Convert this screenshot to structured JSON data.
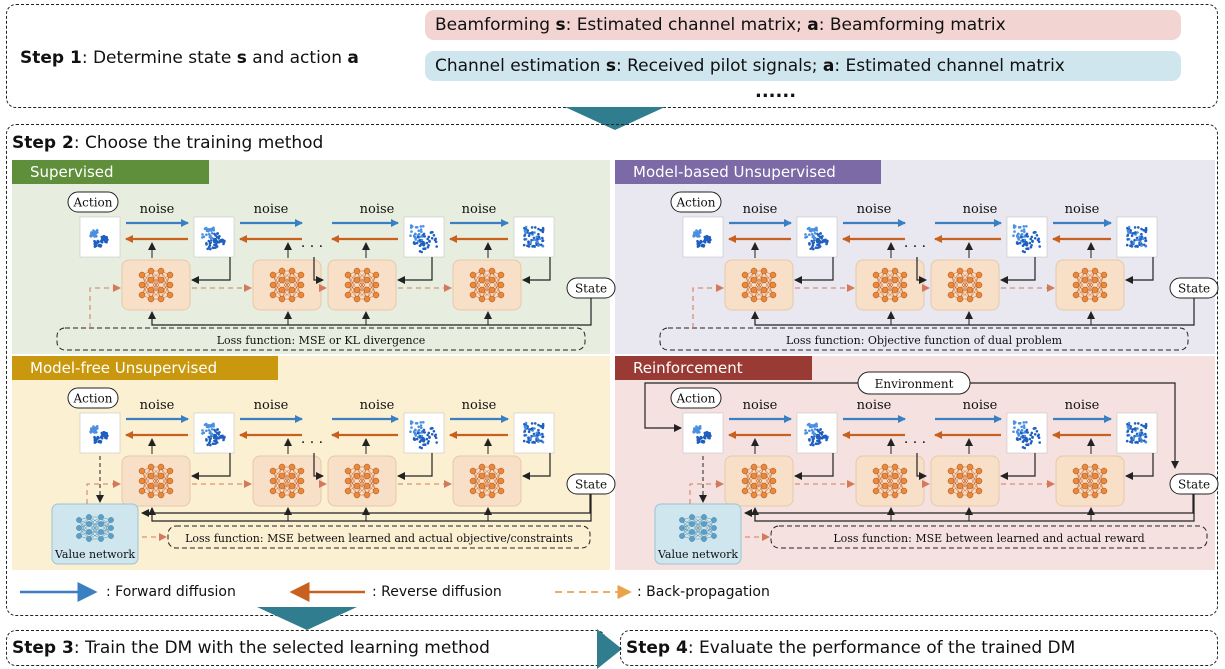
{
  "step1": {
    "label": "Step 1",
    "text": ": Determine state ",
    "s": "s",
    "mid": " and action ",
    "a": "a",
    "beamforming": {
      "prefix": "Beamforming ",
      "s": "s",
      "s_text": ": Estimated channel matrix; ",
      "a": "a",
      "a_text": ": Beamforming matrix"
    },
    "channel": {
      "prefix": "Channel estimation ",
      "s": "s",
      "s_text": ": Received pilot signals; ",
      "a": "a",
      "a_text": ": Estimated channel matrix"
    },
    "ellipsis": "......"
  },
  "step2": {
    "label": "Step 2",
    "text": ": Choose the training method"
  },
  "panels": [
    {
      "id": "supervised",
      "title": "Supervised",
      "title_color": "#5f8f3a",
      "bg": "#e8eedf",
      "loss": "Loss function: MSE or KL divergence"
    },
    {
      "id": "model-based",
      "title": "Model-based Unsupervised",
      "title_color": "#7b6aa6",
      "bg": "#e9e7f0",
      "loss": "Loss function: Objective function of dual problem"
    },
    {
      "id": "model-free",
      "title": "Model-free Unsupervised",
      "title_color": "#c9980e",
      "bg": "#fbf0d2",
      "loss": "Loss function: MSE between learned and actual objective/constraints"
    },
    {
      "id": "reinforcement",
      "title": "Reinforcement",
      "title_color": "#9a3a34",
      "bg": "#f5e2e0",
      "loss": "Loss function: MSE between learned and actual reward"
    }
  ],
  "diagram_labels": {
    "action": "Action",
    "noise": "noise",
    "state": "State",
    "dots": ". . .",
    "value_network": "Value network",
    "environment": "Environment"
  },
  "legend": {
    "forward": ": Forward diffusion",
    "reverse": ": Reverse diffusion",
    "backprop": ": Back-propagation"
  },
  "step3": {
    "label": "Step 3",
    "text": ": Train the DM with the selected learning method"
  },
  "step4": {
    "label": "Step 4",
    "text": ": Evaluate the performance of the trained DM"
  },
  "colors": {
    "forward": "#3a7fc1",
    "reverse": "#c8601f",
    "backprop": "#b5403a",
    "teal": "#2f7d8e",
    "nn_box": "#f8dfc8",
    "nn_node": "#e88a3a"
  }
}
